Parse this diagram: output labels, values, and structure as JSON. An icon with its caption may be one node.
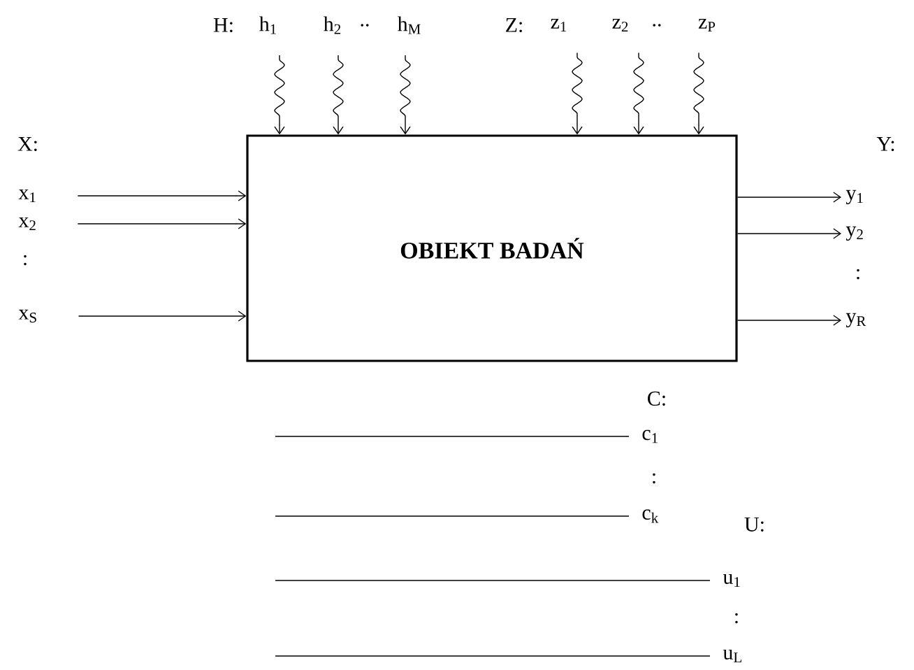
{
  "diagram": {
    "nodes": [
      {
        "text": [
          "OBIEKT BADAŃ"
        ]
      },
      {
        "text": [
          "x$_{1}$"
        ]
      },
      {
        "text": [
          "x$_{2}$"
        ]
      },
      {
        "text": [
          "x$_{S}$"
        ]
      },
      {
        "text": [
          "y$_{1}$"
        ]
      },
      {
        "text": [
          "y$_{2}$"
        ]
      },
      {
        "text": [
          "y$_{R}$"
        ]
      },
      {
        "text": [
          "h$_{1}$"
        ]
      },
      {
        "text": [
          "h$_{2}$"
        ]
      },
      {
        "text": [
          "h$_{M}$"
        ]
      },
      {
        "text": [
          "z$_{1}$"
        ]
      },
      {
        "text": [
          "z$_{2}$"
        ]
      },
      {
        "text": [
          "z$_{P}$"
        ]
      },
      {
        "text": [
          "c$_{1}$"
        ]
      },
      {
        "text": [
          "c$_{k}$"
        ]
      },
      {
        "text": [
          "u$_{1}$"
        ]
      },
      {
        "text": [
          "u$_{L}$"
        ]
      }
    ],
    "edges": [
      {
        "from": 1,
        "to": 0,
        "arrow": "to"
      },
      {
        "from": 2,
        "to": 0,
        "arrow": "to"
      },
      {
        "from": 3,
        "to": 0,
        "arrow": "to"
      },
      {
        "from": 0,
        "to": 4,
        "arrow": "to"
      },
      {
        "from": 0,
        "to": 5,
        "arrow": "to"
      },
      {
        "from": 0,
        "to": 6,
        "arrow": "to"
      },
      {
        "from": 7,
        "to": 0,
        "arrow": "to"
      },
      {
        "from": 8,
        "to": 0,
        "arrow": "to"
      },
      {
        "from": 9,
        "to": 0,
        "arrow": "to"
      },
      {
        "from": 10,
        "to": 0,
        "arrow": "to"
      },
      {
        "from": 11,
        "to": 0,
        "arrow": "to"
      },
      {
        "from": 12,
        "to": 0,
        "arrow": "to"
      },
      {
        "from": null,
        "to": 13,
        "arrow": "none"
      },
      {
        "from": null,
        "to": 14,
        "arrow": "none"
      },
      {
        "from": null,
        "to": 15,
        "arrow": "none"
      },
      {
        "from": null,
        "to": 16,
        "arrow": "none"
      }
    ],
    "labels": [
      "H:",
      "..",
      "Z:",
      "..",
      "X:",
      "Y:",
      ":",
      ":",
      "C:",
      ":",
      "U:",
      ":"
    ]
  }
}
